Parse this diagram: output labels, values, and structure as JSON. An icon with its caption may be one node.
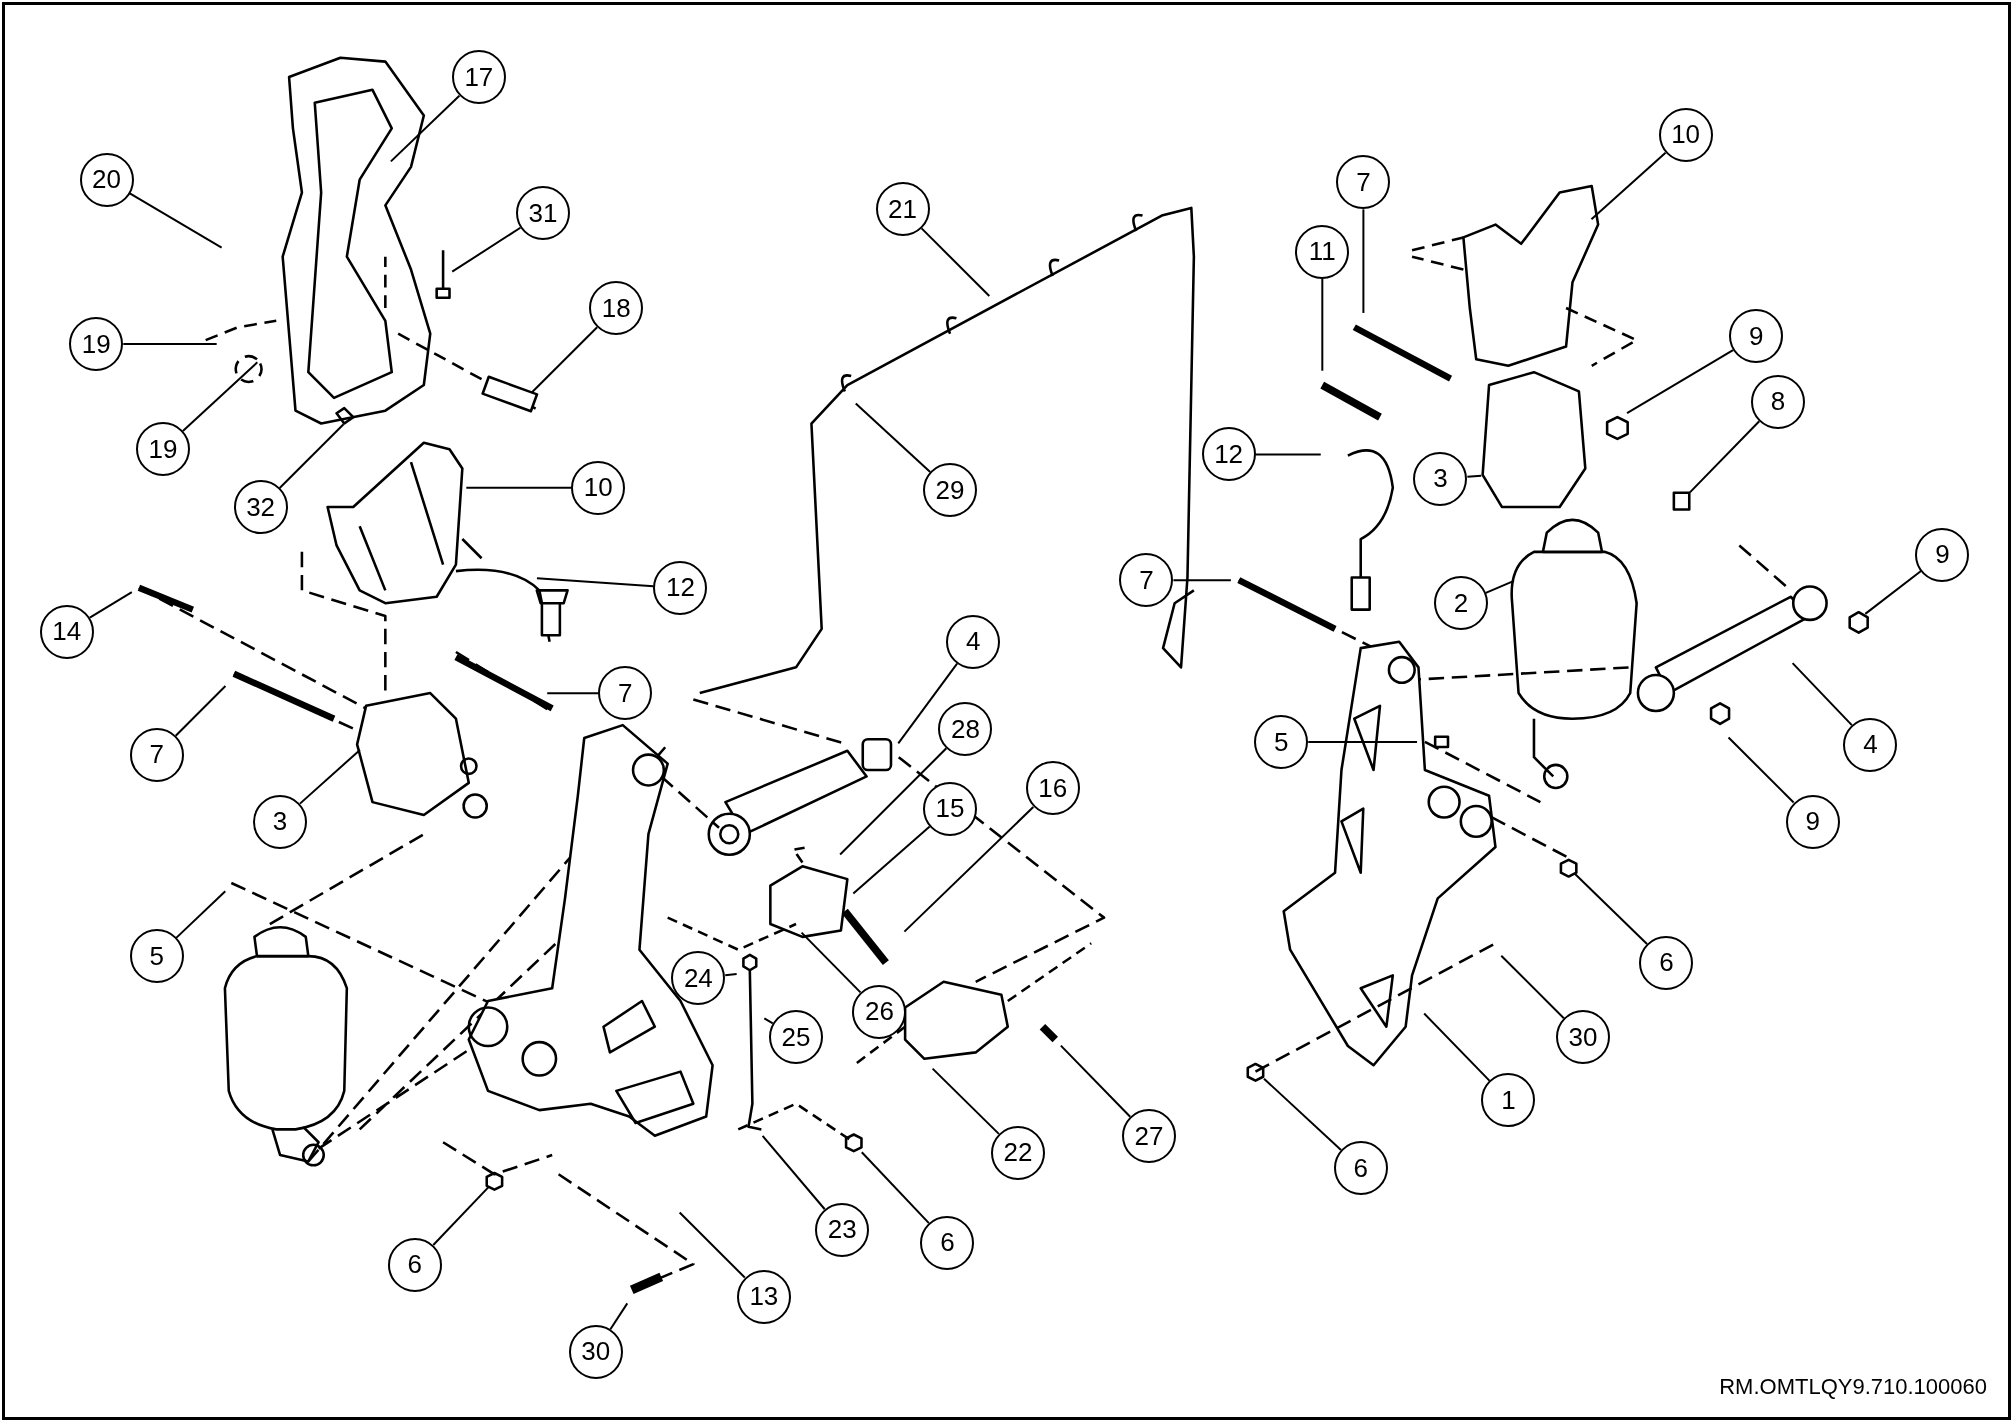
{
  "diagram": {
    "nodes": [
      {
        "text": [
          "17"
        ]
      },
      {
        "text": [
          "20"
        ]
      },
      {
        "text": [
          "31"
        ]
      },
      {
        "text": [
          "19"
        ]
      },
      {
        "text": [
          "18"
        ]
      },
      {
        "text": [
          "19"
        ]
      },
      {
        "text": [
          "32"
        ]
      },
      {
        "text": [
          "10"
        ]
      },
      {
        "text": [
          "12"
        ]
      },
      {
        "text": [
          "14"
        ]
      },
      {
        "text": [
          "7"
        ]
      },
      {
        "text": [
          "7"
        ]
      },
      {
        "text": [
          "3"
        ]
      },
      {
        "text": [
          "5"
        ]
      },
      {
        "text": [
          "21"
        ]
      },
      {
        "text": [
          "29"
        ]
      },
      {
        "text": [
          "4"
        ]
      },
      {
        "text": [
          "28"
        ]
      },
      {
        "text": [
          "15"
        ]
      },
      {
        "text": [
          "16"
        ]
      },
      {
        "text": [
          "24"
        ]
      },
      {
        "text": [
          "25"
        ]
      },
      {
        "text": [
          "26"
        ]
      },
      {
        "text": [
          "22"
        ]
      },
      {
        "text": [
          "27"
        ]
      },
      {
        "text": [
          "23"
        ]
      },
      {
        "text": [
          "6"
        ]
      },
      {
        "text": [
          "6"
        ]
      },
      {
        "text": [
          "13"
        ]
      },
      {
        "text": [
          "30"
        ]
      },
      {
        "text": [
          "10"
        ]
      },
      {
        "text": [
          "7"
        ]
      },
      {
        "text": [
          "11"
        ]
      },
      {
        "text": [
          "9"
        ]
      },
      {
        "text": [
          "8"
        ]
      },
      {
        "text": [
          "12"
        ]
      },
      {
        "text": [
          "3"
        ]
      },
      {
        "text": [
          "2"
        ]
      },
      {
        "text": [
          "7"
        ]
      },
      {
        "text": [
          "9"
        ]
      },
      {
        "text": [
          "5"
        ]
      },
      {
        "text": [
          "4"
        ]
      },
      {
        "text": [
          "9"
        ]
      },
      {
        "text": [
          "6"
        ]
      },
      {
        "text": [
          "30"
        ]
      },
      {
        "text": [
          "1"
        ]
      },
      {
        "text": [
          "6"
        ]
      }
    ],
    "edges": [
      {
        "from": 0,
        "to": null,
        "arrow": "none"
      },
      {
        "from": 1,
        "to": null,
        "arrow": "none"
      },
      {
        "from": 2,
        "to": null,
        "arrow": "none"
      },
      {
        "from": 3,
        "to": null,
        "arrow": "none"
      },
      {
        "from": 4,
        "to": null,
        "arrow": "none"
      },
      {
        "from": 5,
        "to": null,
        "arrow": "none"
      },
      {
        "from": 6,
        "to": null,
        "arrow": "none"
      },
      {
        "from": 7,
        "to": null,
        "arrow": "none"
      },
      {
        "from": 8,
        "to": null,
        "arrow": "none"
      },
      {
        "from": 9,
        "to": null,
        "arrow": "none"
      },
      {
        "from": 10,
        "to": null,
        "arrow": "none"
      },
      {
        "from": 11,
        "to": null,
        "arrow": "none"
      },
      {
        "from": 12,
        "to": null,
        "arrow": "none"
      },
      {
        "from": 13,
        "to": null,
        "arrow": "none"
      },
      {
        "from": 14,
        "to": null,
        "arrow": "none"
      },
      {
        "from": 15,
        "to": null,
        "arrow": "none"
      },
      {
        "from": 16,
        "to": null,
        "arrow": "none"
      },
      {
        "from": 17,
        "to": null,
        "arrow": "none"
      },
      {
        "from": 18,
        "to": null,
        "arrow": "none"
      },
      {
        "from": 19,
        "to": null,
        "arrow": "none"
      },
      {
        "from": 20,
        "to": null,
        "arrow": "none"
      },
      {
        "from": 21,
        "to": null,
        "arrow": "none"
      },
      {
        "from": 22,
        "to": null,
        "arrow": "none"
      },
      {
        "from": 23,
        "to": null,
        "arrow": "none"
      },
      {
        "from": 24,
        "to": null,
        "arrow": "none"
      },
      {
        "from": 25,
        "to": null,
        "arrow": "none"
      },
      {
        "from": 26,
        "to": null,
        "arrow": "none"
      },
      {
        "from": 27,
        "to": null,
        "arrow": "none"
      },
      {
        "from": 28,
        "to": null,
        "arrow": "none"
      },
      {
        "from": 29,
        "to": null,
        "arrow": "none"
      },
      {
        "from": 30,
        "to": null,
        "arrow": "none"
      },
      {
        "from": 31,
        "to": null,
        "arrow": "none"
      },
      {
        "from": 32,
        "to": null,
        "arrow": "none"
      },
      {
        "from": 33,
        "to": null,
        "arrow": "none"
      },
      {
        "from": 34,
        "to": null,
        "arrow": "none"
      },
      {
        "from": 35,
        "to": null,
        "arrow": "none"
      },
      {
        "from": 36,
        "to": null,
        "arrow": "none"
      },
      {
        "from": 37,
        "to": null,
        "arrow": "none"
      },
      {
        "from": 38,
        "to": null,
        "arrow": "none"
      },
      {
        "from": 39,
        "to": null,
        "arrow": "none"
      },
      {
        "from": 40,
        "to": null,
        "arrow": "none"
      },
      {
        "from": 41,
        "to": null,
        "arrow": "none"
      },
      {
        "from": 42,
        "to": null,
        "arrow": "none"
      },
      {
        "from": 43,
        "to": null,
        "arrow": "none"
      },
      {
        "from": 44,
        "to": null,
        "arrow": "none"
      },
      {
        "from": 45,
        "to": null,
        "arrow": "none"
      },
      {
        "from": 46,
        "to": null,
        "arrow": "none"
      }
    ],
    "labels": [
      "RM.OMTLQY9.710.100060"
    ]
  }
}
